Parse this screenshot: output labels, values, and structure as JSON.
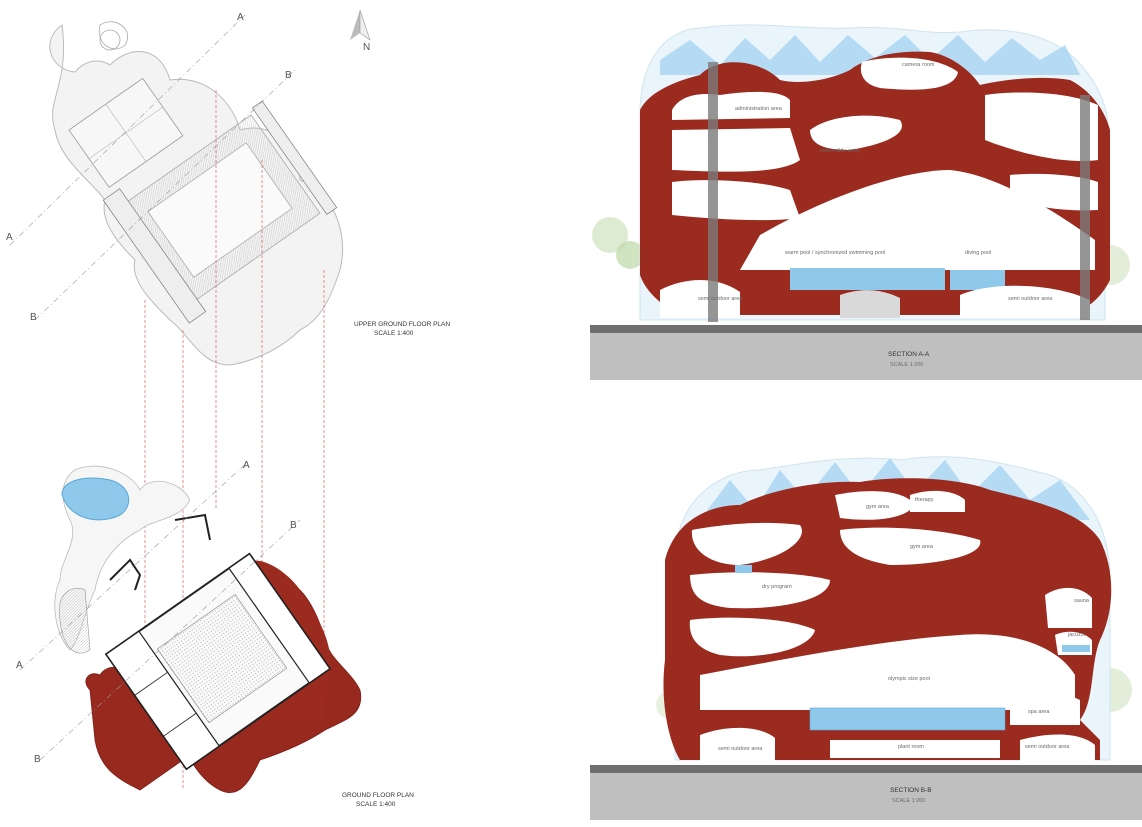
{
  "compass": {
    "letter": "N"
  },
  "plans": {
    "upper": {
      "title": "UPPER GROUND FLOOR PLAN",
      "scale": "SCALE 1:400"
    },
    "ground": {
      "title": "GROUND FLOOR PLAN",
      "scale": "SCALE 1:400"
    },
    "section_markers": {
      "a": "A",
      "b": "B"
    }
  },
  "section_aa": {
    "title": "SECTION A-A",
    "scale": "SCALE 1:200",
    "labels": {
      "camera_room": "camera room",
      "administration_area": "administration area",
      "water_slide_entry": "water slide entry",
      "warm_pool": "warm pool / synchronized swimming pool",
      "diving_pool": "diving pool",
      "semi_outdoor_left": "semi outdoor area",
      "semi_outdoor_right": "semi outdoor area"
    }
  },
  "section_bb": {
    "title": "SECTION B-B",
    "scale": "SCALE 1:200",
    "labels": {
      "therapy": "therapy",
      "gym_area_1": "gym area",
      "gym_area_2": "gym area",
      "dry_program": "dry program",
      "sauna": "sauna",
      "jacuzzi": "jacuzzi",
      "olympic_pool": "olympic size pool",
      "spa_area": "spa area",
      "semi_outdoor_left": "semi outdoor area",
      "plant_room": "plant room",
      "semi_outdoor_right": "semi outdoor area"
    }
  },
  "colors": {
    "structure": "#9b2a1f",
    "water": "#8ec8ea",
    "ground": "#8a8a8a",
    "ink": "#2a2a2a"
  }
}
